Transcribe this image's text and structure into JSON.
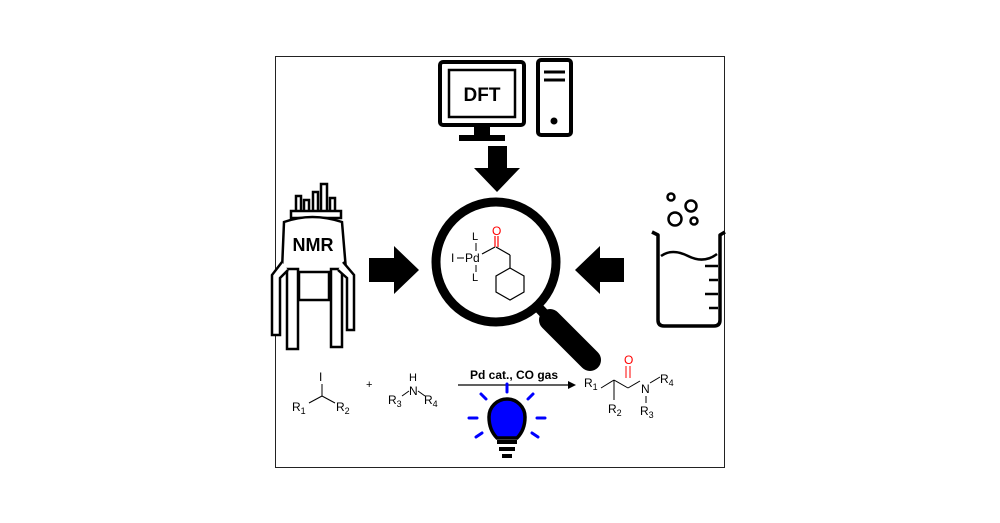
{
  "computer": {
    "screen_label": "DFT"
  },
  "nmr": {
    "label": "NMR"
  },
  "complex": {
    "ligand_top": "L",
    "ligand_bottom": "L",
    "iodide": "I",
    "metal": "Pd",
    "carbonyl_o": "O"
  },
  "reaction": {
    "alkyl_iodide": {
      "i": "I",
      "r1": "R",
      "r1_sub": "1",
      "r2": "R",
      "r2_sub": "2"
    },
    "plus": "+",
    "amine": {
      "h": "H",
      "n": "N",
      "r3": "R",
      "r3_sub": "3",
      "r4": "R",
      "r4_sub": "4"
    },
    "conditions": "Pd cat., CO gas",
    "product": {
      "o": "O",
      "n": "N",
      "r1": "R",
      "r1_sub": "1",
      "r2": "R",
      "r2_sub": "2",
      "r3": "R",
      "r3_sub": "3",
      "r4": "R",
      "r4_sub": "4"
    }
  },
  "colors": {
    "carbonyl": "#ff0000",
    "bulb": "#0000ff",
    "ink": "#000000"
  }
}
